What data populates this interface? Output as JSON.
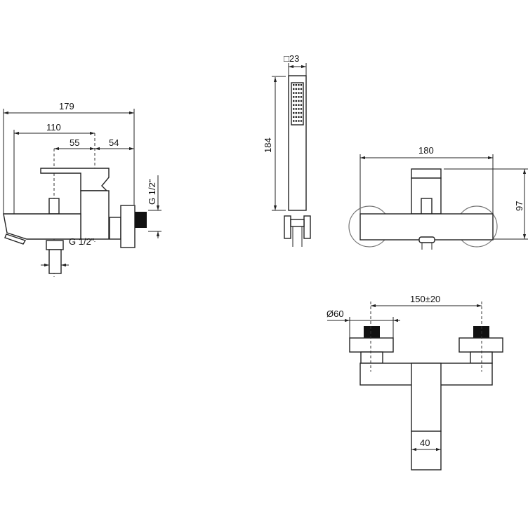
{
  "side_view": {
    "dim_total": "179",
    "dim_spout": "110",
    "dim_center": "55",
    "dim_wall": "54",
    "thread_wall": "G 1/2\"",
    "thread_outlet": "G 1/2\""
  },
  "hand_shower": {
    "dim_section": "□23",
    "dim_length": "184"
  },
  "front_view": {
    "dim_width": "180",
    "dim_height": "97"
  },
  "top_view": {
    "dim_centers": "150±20",
    "dim_rosette": "Ø60",
    "dim_body": "40"
  }
}
